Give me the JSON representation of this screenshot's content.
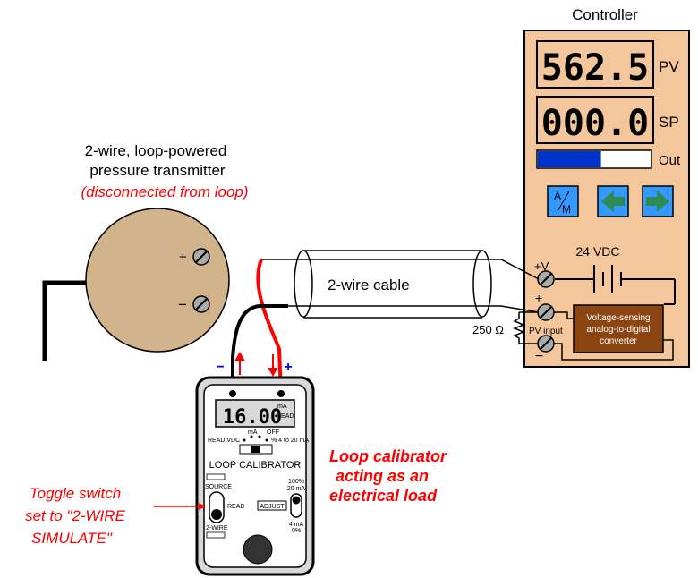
{
  "controller": {
    "title": "Controller",
    "pv_value": "562.5",
    "pv_label": "PV",
    "sp_value": "000.0",
    "sp_label": "SP",
    "out_label": "Out",
    "out_fraction": 0.56,
    "am_top": "A",
    "am_bottom": "M",
    "supply_label": "24 VDC",
    "plus_v_label": "+V",
    "plus_label": "+",
    "minus_label": "−",
    "pv_input_label": "PV input",
    "resistor_label": "250 Ω",
    "converter_line1": "Voltage-sensing",
    "converter_line2": "analog-to-digital",
    "converter_line3": "converter"
  },
  "transmitter": {
    "title_line1": "2-wire, loop-powered",
    "title_line2": "pressure transmitter",
    "status": "(disconnected from loop)",
    "plus_label": "+",
    "minus_label": "−"
  },
  "cable": {
    "label": "2-wire cable"
  },
  "calibrator": {
    "display_value": "16.00",
    "unit_ma": "mA",
    "unit_read": "READ",
    "minus_label": "−",
    "plus_label": "+",
    "name": "LOOP CALIBRATOR",
    "mode_ma": "mA",
    "mode_off": "OFF",
    "mode_read_vdc": "READ VDC",
    "mode_pct": "% 4 to 20 mA",
    "source_label": "SOURCE",
    "read_label": "READ",
    "two_wire_label": "2-WIRE",
    "adjust_label": "ADJUST",
    "top_pct": "100%",
    "top_ma": "20 mA",
    "bottom_ma": "4 mA",
    "bottom_pct": "0%",
    "display_color": "#d9d9d9"
  },
  "annotations": {
    "load_line1": "Loop calibrator",
    "load_line2": "acting as an",
    "load_line3": "electrical load",
    "toggle_line1": "Toggle switch",
    "toggle_line2": "set to \"2-WIRE",
    "toggle_line3": "SIMULATE\""
  },
  "colors": {
    "annotation": "#ff0000",
    "transmitter_body": "#d2b48c",
    "controller_body": "#f3c79b",
    "converter_fill": "#8b4513",
    "bargraph": "#0033cc",
    "button_blue": "#3399ff",
    "arrow_green": "#2e8b57"
  }
}
